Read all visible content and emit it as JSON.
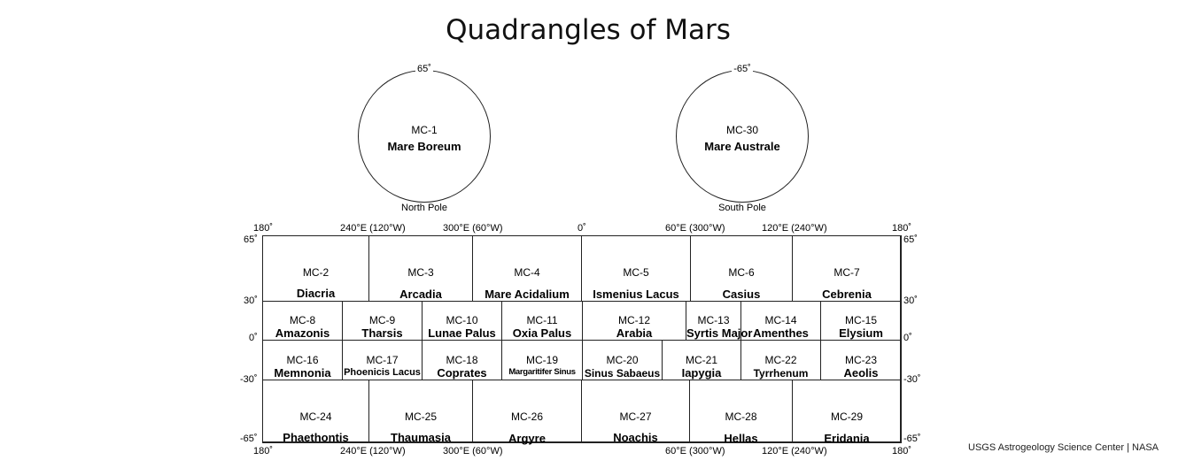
{
  "title": "Quadrangles of Mars",
  "poles": [
    {
      "code": "MC-1",
      "name": "Mare Boreum",
      "lat": "65˚",
      "caption": "North Pole"
    },
    {
      "code": "MC-30",
      "name": "Mare Australe",
      "lat": "-65˚",
      "caption": "South Pole"
    }
  ],
  "top_axis": [
    "180˚",
    "240°E (120°W)",
    "300°E (60°W)",
    "0˚",
    "60°E (300°W)",
    "120°E (240°W)",
    "180˚"
  ],
  "bottom_axis": [
    "180˚",
    "240°E (120°W)",
    "300°E (60°W)",
    "60°E (300°W)",
    "120°E (240°W)",
    "180˚"
  ],
  "left_axis": [
    "65˚",
    "30˚",
    "0˚",
    "-30˚",
    "-65˚"
  ],
  "right_axis": [
    "65˚",
    "30˚",
    "0˚",
    "-30˚",
    "-65˚"
  ],
  "quadrangles": [
    {
      "code": "MC-2",
      "name": "Diacria"
    },
    {
      "code": "MC-3",
      "name": "Arcadia"
    },
    {
      "code": "MC-4",
      "name": "Mare Acidalium"
    },
    {
      "code": "MC-5",
      "name": "Ismenius Lacus"
    },
    {
      "code": "MC-6",
      "name": "Casius"
    },
    {
      "code": "MC-7",
      "name": "Cebrenia"
    },
    {
      "code": "MC-8",
      "name": "Amazonis"
    },
    {
      "code": "MC-9",
      "name": "Tharsis"
    },
    {
      "code": "MC-10",
      "name": "Lunae Palus"
    },
    {
      "code": "MC-11",
      "name": "Oxia Palus"
    },
    {
      "code": "MC-12",
      "name": "Arabia"
    },
    {
      "code": "MC-13",
      "name": "Syrtis Major"
    },
    {
      "code": "MC-14",
      "name": "Amenthes"
    },
    {
      "code": "MC-15",
      "name": "Elysium"
    },
    {
      "code": "MC-16",
      "name": "Memnonia"
    },
    {
      "code": "MC-17",
      "name": "Phoenicis Lacus"
    },
    {
      "code": "MC-18",
      "name": "Coprates"
    },
    {
      "code": "MC-19",
      "name": "Margaritifer Sinus"
    },
    {
      "code": "MC-20",
      "name": "Sinus Sabaeus"
    },
    {
      "code": "MC-21",
      "name": "Iapygia"
    },
    {
      "code": "MC-22",
      "name": "Tyrrhenum"
    },
    {
      "code": "MC-23",
      "name": "Aeolis"
    },
    {
      "code": "MC-24",
      "name": "Phaethontis"
    },
    {
      "code": "MC-25",
      "name": "Thaumasia"
    },
    {
      "code": "MC-26",
      "name": "Argyre"
    },
    {
      "code": "MC-27",
      "name": "Noachis"
    },
    {
      "code": "MC-28",
      "name": "Hellas"
    },
    {
      "code": "MC-29",
      "name": "Eridania"
    }
  ],
  "credit": "USGS Astrogeology Science Center | NASA"
}
